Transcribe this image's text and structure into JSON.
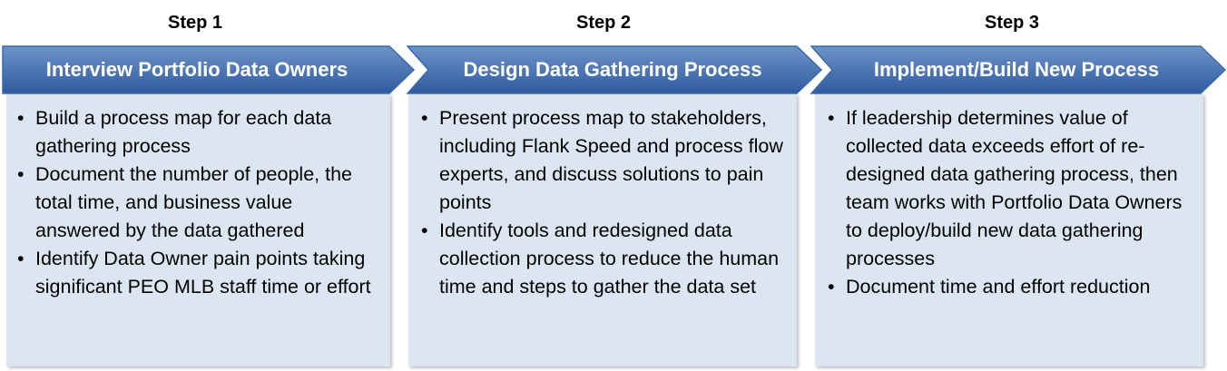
{
  "steps": [
    {
      "label": "Step 1",
      "title": "Interview Portfolio Data Owners",
      "bullets": [
        "Build a process map for each data gathering  process",
        "Document the number of people, the total time, and business value answered by the data gathered",
        "Identify Data Owner pain points taking significant PEO MLB staff time or effort"
      ]
    },
    {
      "label": "Step 2",
      "title": "Design Data Gathering Process",
      "bullets": [
        "Present process map to stakeholders, including  Flank Speed and process flow experts, and discuss solutions to pain points",
        "Identify tools and redesigned data collection process to reduce the human time and steps to gather the data set"
      ]
    },
    {
      "label": "Step 3",
      "title": "Implement/Build New Process",
      "bullets": [
        "If leadership  determines value of collected data exceeds effort of re-designed data gathering process, then team works with Portfolio Data Owners to deploy/build new data gathering processes",
        "Document time and effort reduction"
      ]
    }
  ],
  "colors": {
    "arrow_top": "#6f93c8",
    "arrow_bottom": "#2e5b9f",
    "arrow_border": "#3b6aa8",
    "panel": "#dce6f2",
    "title_text": "#ffffff"
  }
}
